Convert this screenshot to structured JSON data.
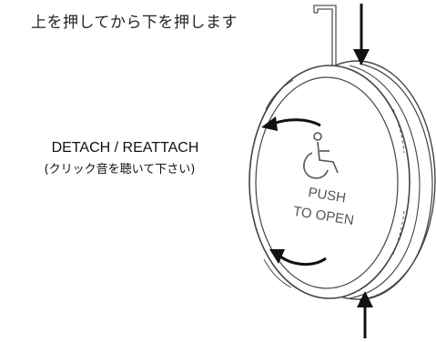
{
  "instruction": "上を押してから下を押します",
  "detach": {
    "title": "DETACH / REATTACH",
    "subtitle": "(クリック音を聴いて下さい)"
  },
  "button_face": {
    "line1": "PUSH",
    "line2": "TO OPEN",
    "icon": "wheelchair-icon"
  },
  "colors": {
    "line": "#333333",
    "arrow": "#111111",
    "text": "#1a1a1a"
  }
}
